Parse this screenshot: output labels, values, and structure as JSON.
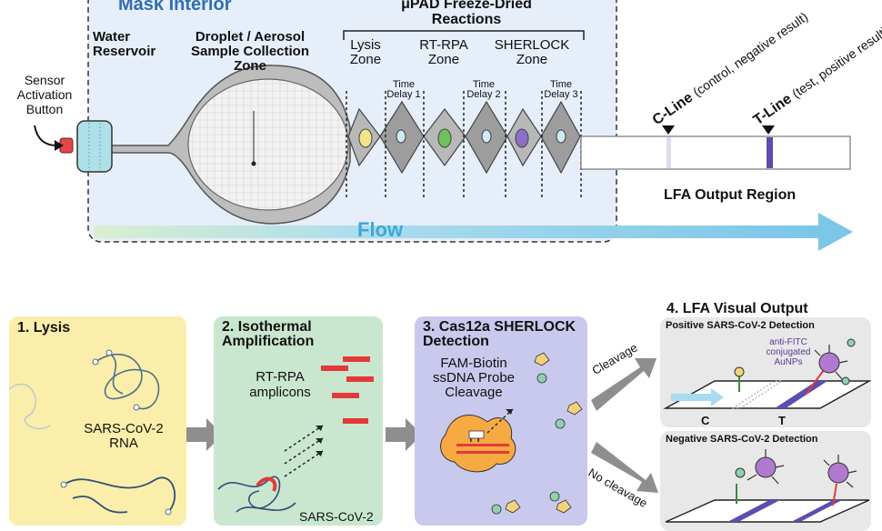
{
  "device": {
    "mask_interior": "Mask Interior",
    "upad_title": "μPAD Freeze-Dried Reactions",
    "water_reservoir": "Water Reservoir",
    "collection_zone": "Droplet / Aerosol Sample Collection Zone",
    "sensor_button": "Sensor Activation Button",
    "zones": [
      "Lysis Zone",
      "RT-RPA Zone",
      "SHERLOCK Zone"
    ],
    "time_delays": [
      "Time Delay 1",
      "Time Delay 2",
      "Time Delay 3"
    ],
    "c_line": "C-Line",
    "c_line_note": "(control, negative result)",
    "t_line": "T-Line",
    "t_line_note": "(test, positive result)",
    "lfa_region": "LFA Output Region",
    "flow": "Flow"
  },
  "steps": {
    "lysis": {
      "title": "1. Lysis",
      "rna": "SARS-CoV-2 RNA"
    },
    "amplification": {
      "title": "2. Isothermal Amplification",
      "amplicons": "RT-RPA amplicons",
      "partial": "SARS-CoV-2"
    },
    "detection": {
      "title": "3. Cas12a SHERLOCK Detection",
      "probe": "FAM-Biotin ssDNA Probe Cleavage"
    },
    "lfa": {
      "title": "4. LFA Visual Output",
      "positive": "Positive SARS-CoV-2 Detection",
      "negative": "Negative SARS-CoV-2 Detection",
      "aunp": "anti-FITC conjugated AuNPs",
      "cleavage": "Cleavage",
      "no_cleavage": "No cleavage",
      "c": "C",
      "t": "T"
    }
  },
  "colors": {
    "panel_blue": "#e6eef9",
    "lysis_bg": "#fbeeaa",
    "amp_bg": "#c9e6cf",
    "detect_bg": "#c9c9ee",
    "flow": "#7cc6e6",
    "t_line": "#5a4fb0",
    "accent_red": "#e23a3a"
  }
}
